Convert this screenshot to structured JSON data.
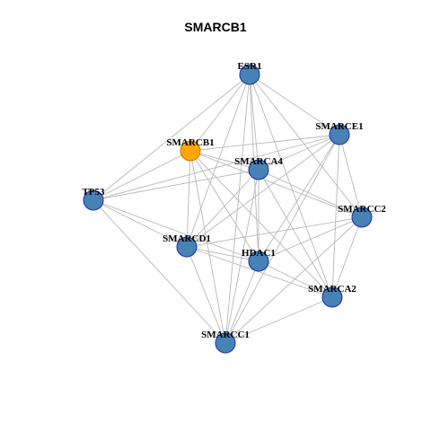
{
  "title": "SMARCB1",
  "colors": {
    "node_fill": "#4682B4",
    "node_stroke": "#1C2FA8",
    "highlight_fill": "#FFA500",
    "highlight_stroke": "#C07800",
    "edge": "#B8B8B8"
  },
  "nodes": [
    {
      "id": "ESR1",
      "label": "ESR1",
      "highlight": false
    },
    {
      "id": "SMARCE1",
      "label": "SMARCE1",
      "highlight": false
    },
    {
      "id": "SMARCB1",
      "label": "SMARCB1",
      "highlight": true
    },
    {
      "id": "SMARCA4",
      "label": "SMARCA4",
      "highlight": false
    },
    {
      "id": "TP53",
      "label": "TP53",
      "highlight": false
    },
    {
      "id": "SMARCC2",
      "label": "SMARCC2",
      "highlight": false
    },
    {
      "id": "SMARCD1",
      "label": "SMARCD1",
      "highlight": false
    },
    {
      "id": "HDAC1",
      "label": "HDAC1",
      "highlight": false
    },
    {
      "id": "SMARCA2",
      "label": "SMARCA2",
      "highlight": false
    },
    {
      "id": "SMARCC1",
      "label": "SMARCC1",
      "highlight": false
    }
  ],
  "edges": [
    [
      "ESR1",
      "SMARCE1"
    ],
    [
      "ESR1",
      "SMARCB1"
    ],
    [
      "ESR1",
      "SMARCA4"
    ],
    [
      "ESR1",
      "TP53"
    ],
    [
      "ESR1",
      "SMARCC2"
    ],
    [
      "ESR1",
      "SMARCD1"
    ],
    [
      "ESR1",
      "HDAC1"
    ],
    [
      "ESR1",
      "SMARCA2"
    ],
    [
      "ESR1",
      "SMARCC1"
    ],
    [
      "SMARCE1",
      "SMARCB1"
    ],
    [
      "SMARCE1",
      "SMARCA4"
    ],
    [
      "SMARCE1",
      "TP53"
    ],
    [
      "SMARCE1",
      "SMARCC2"
    ],
    [
      "SMARCE1",
      "SMARCD1"
    ],
    [
      "SMARCE1",
      "HDAC1"
    ],
    [
      "SMARCE1",
      "SMARCA2"
    ],
    [
      "SMARCE1",
      "SMARCC1"
    ],
    [
      "SMARCB1",
      "SMARCA4"
    ],
    [
      "SMARCB1",
      "TP53"
    ],
    [
      "SMARCB1",
      "SMARCC2"
    ],
    [
      "SMARCB1",
      "SMARCD1"
    ],
    [
      "SMARCB1",
      "HDAC1"
    ],
    [
      "SMARCB1",
      "SMARCA2"
    ],
    [
      "SMARCB1",
      "SMARCC1"
    ],
    [
      "SMARCA4",
      "TP53"
    ],
    [
      "SMARCA4",
      "SMARCC2"
    ],
    [
      "SMARCA4",
      "SMARCD1"
    ],
    [
      "SMARCA4",
      "HDAC1"
    ],
    [
      "SMARCA4",
      "SMARCA2"
    ],
    [
      "SMARCA4",
      "SMARCC1"
    ],
    [
      "TP53",
      "SMARCD1"
    ],
    [
      "TP53",
      "HDAC1"
    ],
    [
      "TP53",
      "SMARCC1"
    ],
    [
      "SMARCC2",
      "SMARCD1"
    ],
    [
      "SMARCC2",
      "HDAC1"
    ],
    [
      "SMARCC2",
      "SMARCA2"
    ],
    [
      "SMARCC2",
      "SMARCC1"
    ],
    [
      "SMARCD1",
      "HDAC1"
    ],
    [
      "SMARCD1",
      "SMARCA2"
    ],
    [
      "SMARCD1",
      "SMARCC1"
    ],
    [
      "HDAC1",
      "SMARCA2"
    ],
    [
      "HDAC1",
      "SMARCC1"
    ],
    [
      "SMARCA2",
      "SMARCC1"
    ]
  ]
}
